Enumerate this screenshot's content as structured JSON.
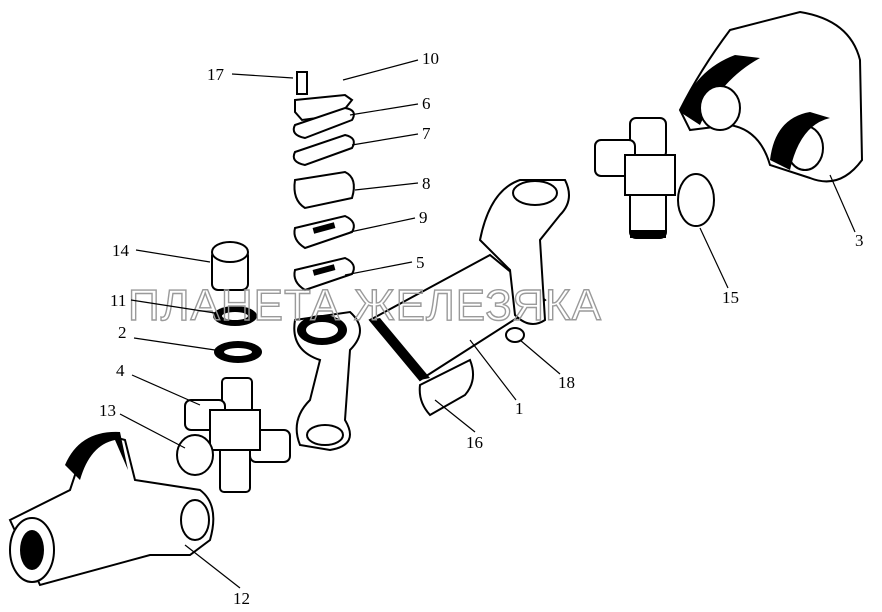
{
  "diagram": {
    "watermark": "ПЛАНЕТА ЖЕЛЕЗЯКА",
    "labels": [
      "17",
      "10",
      "6",
      "7",
      "8",
      "9",
      "5",
      "14",
      "11",
      "2",
      "4",
      "13",
      "12",
      "16",
      "1",
      "18",
      "15",
      "3"
    ]
  }
}
